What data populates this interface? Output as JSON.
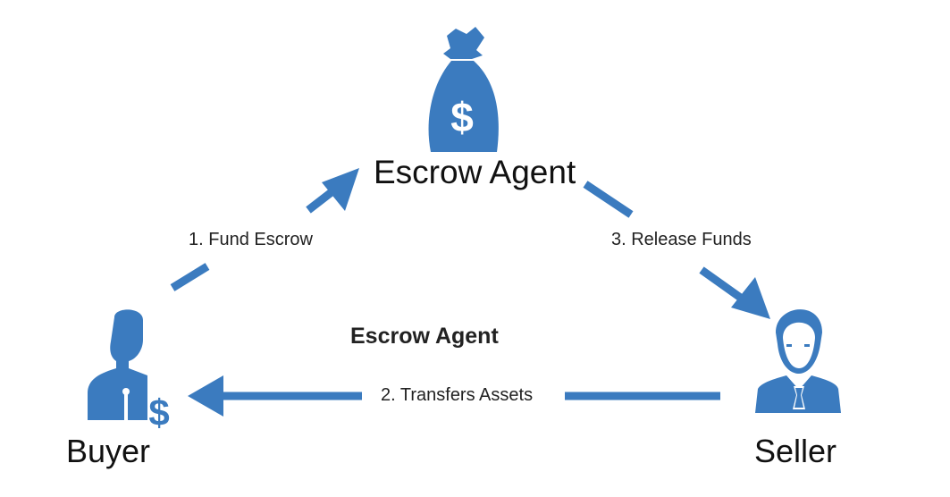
{
  "title": "Escrow Agent",
  "center_label": "Escrow Agent",
  "steps": {
    "fund": "1. Fund Escrow",
    "transfer": "2. Transfers Assets",
    "release": "3.  Release Funds"
  },
  "parties": {
    "buyer": "Buyer",
    "seller": "Seller"
  },
  "icons": {
    "agent": "money-bag-icon",
    "buyer": "businessman-dollar-icon",
    "seller": "businessman-icon"
  },
  "colors": {
    "accent": "#3b7bbf",
    "text": "#111111"
  }
}
